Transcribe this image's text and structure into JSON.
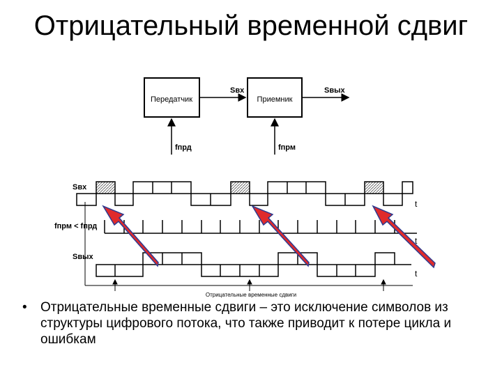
{
  "title": "Отрицательный временной сдвиг",
  "blocks": {
    "transmitter": "Передатчик",
    "receiver": "Приемник"
  },
  "signal_labels": {
    "s_in": "Sвх",
    "s_out": "Sвых",
    "f_prd": "fпрд",
    "f_prm": "fпрм",
    "f_relation": "fпрм < fпрд"
  },
  "time_axis": "t",
  "shift_caption": "Отрицательные временные сдвиги",
  "bullet_text": "Отрицательные временные сдвиги – это исключение символов из структуры цифрового потока, что также приводит к потере цикла и ошибкам",
  "colors": {
    "arrow_fill": "#e02b2b",
    "arrow_outline": "#2f3a8f"
  }
}
